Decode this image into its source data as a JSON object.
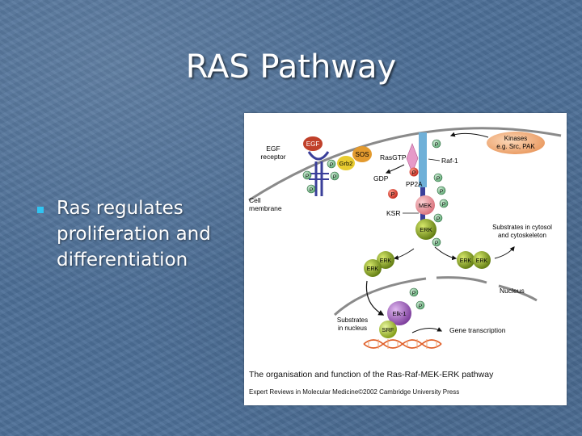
{
  "slide": {
    "title": "RAS Pathway",
    "bullets": [
      "Ras regulates proliferation and differentiation"
    ]
  },
  "figure": {
    "caption": "The organisation and function of the Ras-Raf-MEK-ERK pathway",
    "credit": "Expert Reviews in Molecular Medicine©2002 Cambridge University Press",
    "labels": {
      "egf": "EGF",
      "egf_receptor": "EGF receptor",
      "sos": "SOS",
      "grb2": "Grb2",
      "rasgtp": "RasGTP",
      "gdp": "GDP",
      "raf1": "Raf-1",
      "pp2a": "PP2A",
      "ksr": "KSR",
      "mek": "MEK",
      "erk": "ERK",
      "kinases": "Kinases e.g. Src, PAK",
      "cell_membrane": "Cell membrane",
      "substrates_cytosol": "Substrates in cytosol and cytoskeleton",
      "nucleus": "Nucleus",
      "elk1": "Elk-1",
      "srf": "SRF",
      "substrates_nucleus": "Substrates in nucleus",
      "gene_transcription": "Gene transcription",
      "p": "P"
    }
  },
  "colors": {
    "background": "#4d6f97",
    "bullet": "#2fc4f2",
    "egf": "#c0402a",
    "sos": "#e39a2e",
    "grb2": "#e8cc30",
    "ras": "#e69ac8",
    "receptor": "#3a3f9a",
    "raf": "#6fb0d8",
    "erk": "#9bb51e",
    "phospho": "#8ac79a",
    "mek": "#f09aa0",
    "kinases": "#f2b07a",
    "elk1": "#a060c0",
    "srf": "#b4cf28"
  }
}
